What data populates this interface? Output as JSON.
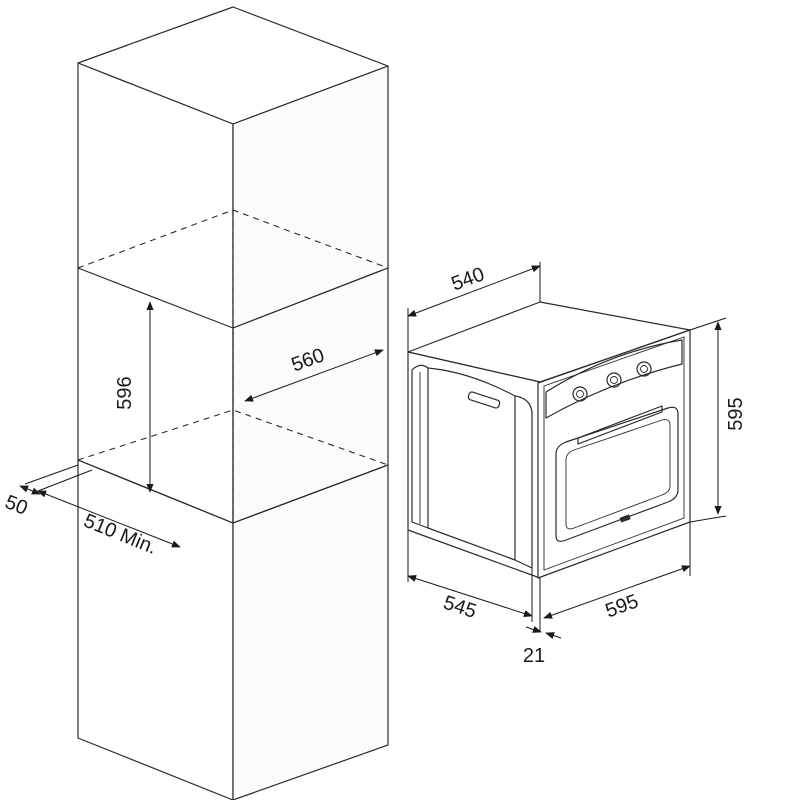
{
  "dimensions": {
    "niche_height": "596",
    "niche_width": "560",
    "vent_gap": "50",
    "niche_depth": "510 Min.",
    "oven_top_depth": "540",
    "oven_height": "595",
    "oven_side_depth": "545",
    "oven_width": "595",
    "front_panel": "21"
  },
  "colors": {
    "line": "#2b2b2b",
    "background": "#ffffff"
  }
}
